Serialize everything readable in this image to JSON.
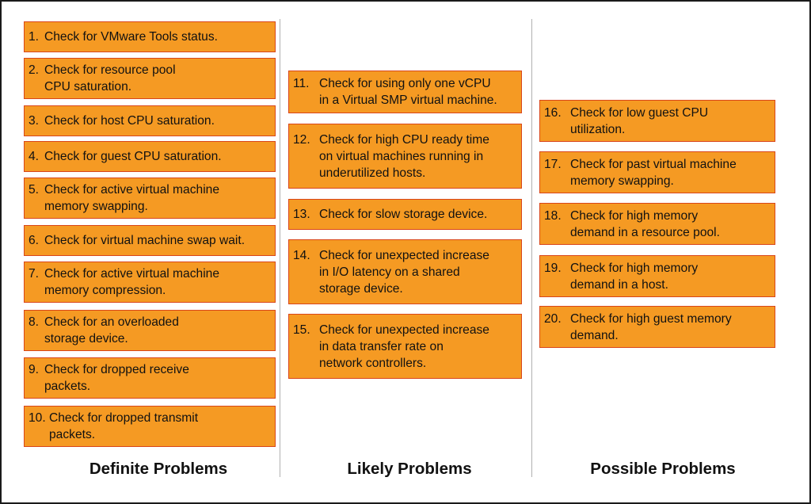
{
  "columns": [
    {
      "heading": "Definite Problems",
      "items": [
        {
          "num": "1.",
          "text": "Check for VMware Tools status."
        },
        {
          "num": "2.",
          "text": "Check for resource pool\nCPU saturation."
        },
        {
          "num": "3.",
          "text": "Check for host CPU saturation."
        },
        {
          "num": "4.",
          "text": "Check for guest CPU saturation."
        },
        {
          "num": "5.",
          "text": "Check for active virtual machine\nmemory swapping."
        },
        {
          "num": "6.",
          "text": "Check for virtual machine swap wait."
        },
        {
          "num": "7.",
          "text": "Check for active virtual machine\nmemory compression."
        },
        {
          "num": "8.",
          "text": "Check for an overloaded\nstorage device."
        },
        {
          "num": "9.",
          "text": "Check for dropped receive\npackets."
        },
        {
          "num": "10.",
          "text": "Check for dropped transmit\npackets."
        }
      ]
    },
    {
      "heading": "Likely Problems",
      "items": [
        {
          "num": "11.",
          "text": "Check for using only one vCPU\nin a Virtual SMP virtual machine."
        },
        {
          "num": "12.",
          "text": "Check for high CPU ready time\non virtual machines running in\nunderutilized hosts."
        },
        {
          "num": "13.",
          "text": "Check for slow storage device."
        },
        {
          "num": "14.",
          "text": "Check for unexpected increase\nin I/O latency on a shared\nstorage device."
        },
        {
          "num": "15.",
          "text": "Check for unexpected increase\nin data transfer rate on\nnetwork controllers."
        }
      ]
    },
    {
      "heading": "Possible Problems",
      "items": [
        {
          "num": "16.",
          "text": "Check for low guest CPU\nutilization."
        },
        {
          "num": "17.",
          "text": "Check for past virtual machine\nmemory swapping."
        },
        {
          "num": "18.",
          "text": "Check for high memory\ndemand in a resource pool."
        },
        {
          "num": "19.",
          "text": "Check for high memory\ndemand in a host."
        },
        {
          "num": "20.",
          "text": "Check for high guest memory\ndemand."
        }
      ]
    }
  ],
  "colors": {
    "box_fill": "#f59a23",
    "box_border": "#d9461a",
    "text": "#111111",
    "divider": "#b0b0b0"
  }
}
